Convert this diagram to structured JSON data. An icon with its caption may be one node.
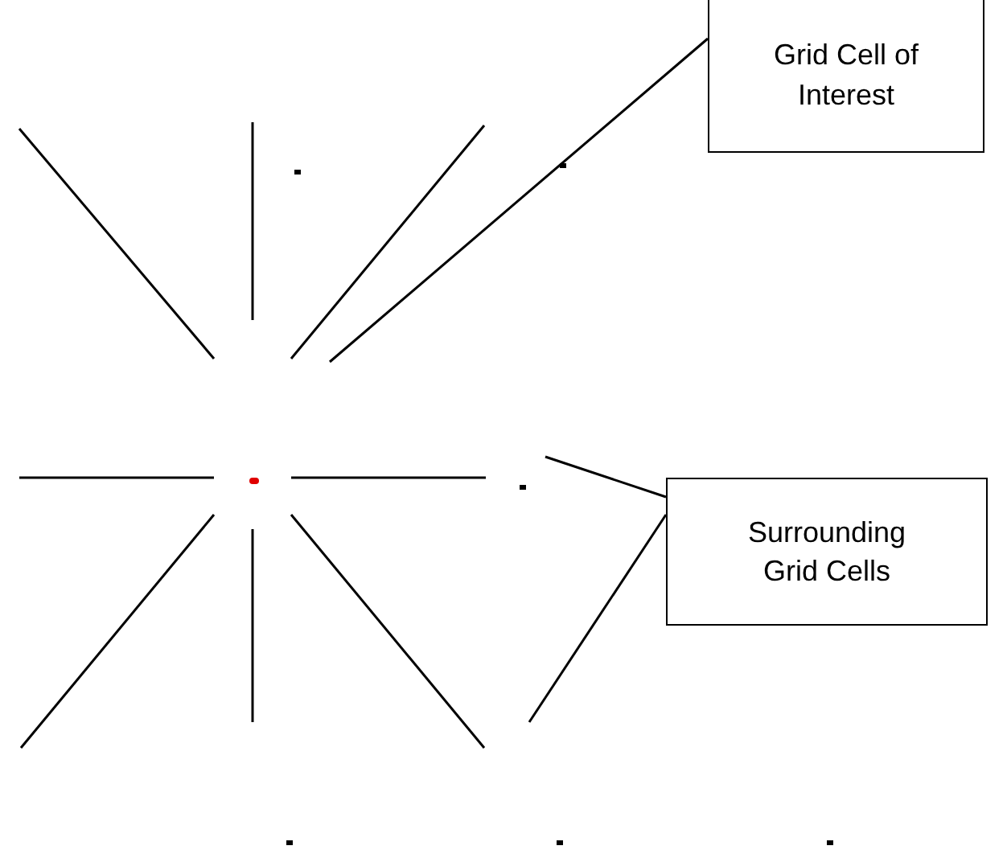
{
  "diagram": {
    "nodes": [
      {
        "text": [
          "Grid Cell of Interest"
        ]
      },
      {
        "text": [
          "Surrounding Grid Cells"
        ]
      }
    ],
    "edges": [
      {
        "from": 0,
        "to": null,
        "arrow": "none"
      },
      {
        "from": 1,
        "to": null,
        "arrow": "none"
      },
      {
        "from": 1,
        "to": null,
        "arrow": "none"
      }
    ]
  }
}
